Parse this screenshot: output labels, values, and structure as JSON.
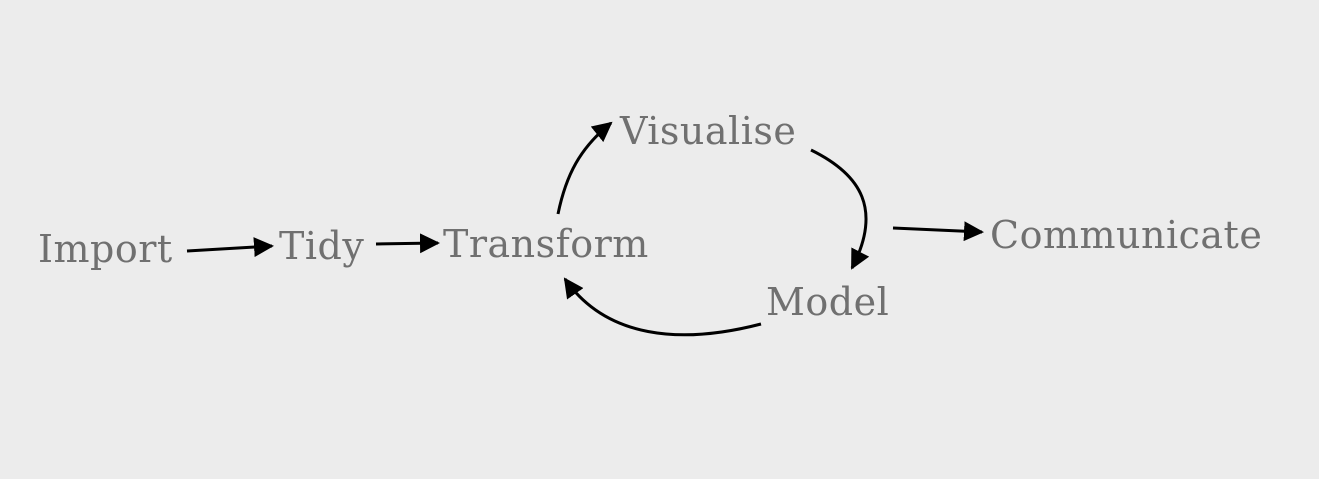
{
  "diagram": {
    "nodes": {
      "import": "Import",
      "tidy": "Tidy",
      "transform": "Transform",
      "visualise": "Visualise",
      "model": "Model",
      "communicate": "Communicate"
    },
    "edges": [
      {
        "from": "import",
        "to": "tidy"
      },
      {
        "from": "tidy",
        "to": "transform"
      },
      {
        "from": "transform",
        "to": "visualise"
      },
      {
        "from": "visualise",
        "to": "model"
      },
      {
        "from": "model",
        "to": "transform"
      },
      {
        "from": "model",
        "to": "communicate"
      }
    ],
    "colors": {
      "background": "#ececec",
      "text": "#707070",
      "arrow": "#000000"
    }
  }
}
